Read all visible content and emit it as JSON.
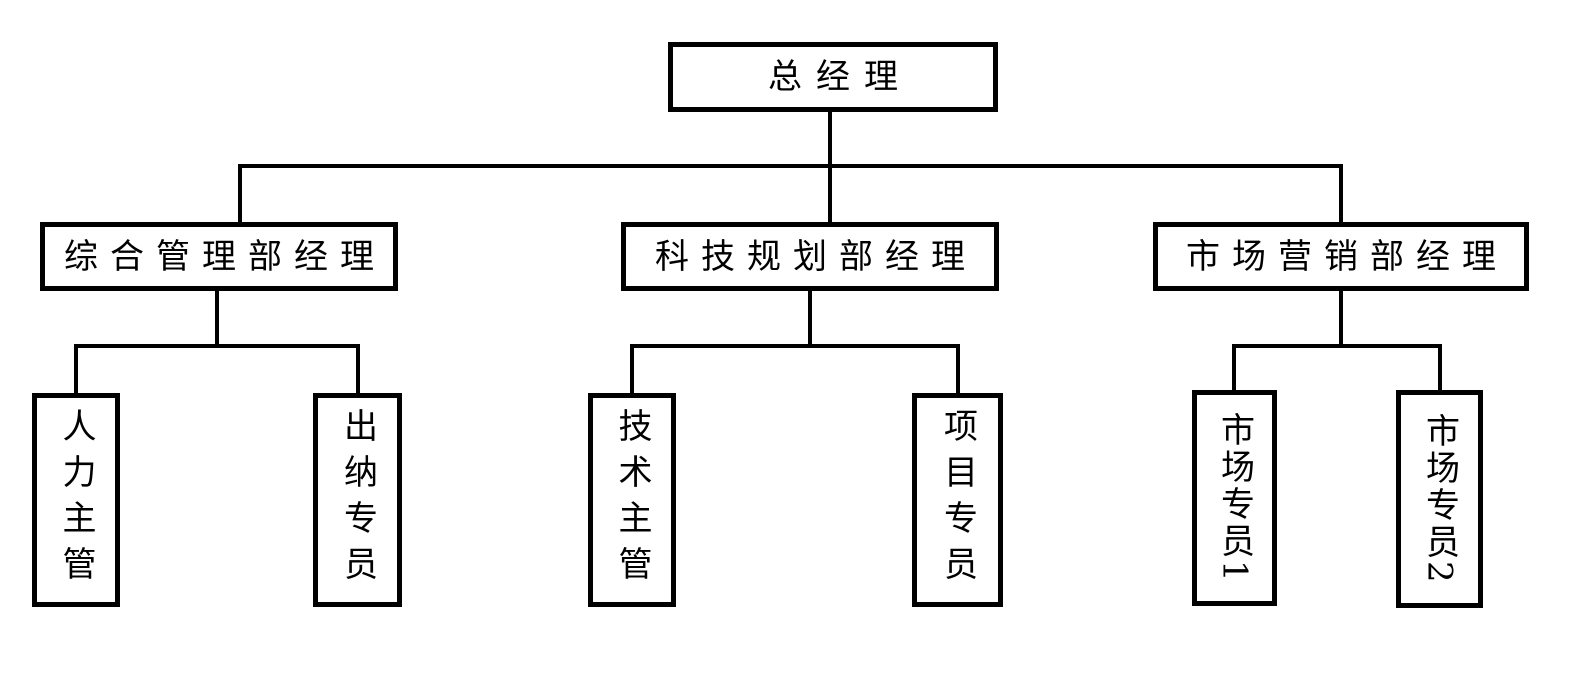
{
  "colors": {
    "ink": "#000000",
    "background": "#ffffff"
  },
  "org": {
    "type": "org-chart",
    "root": {
      "label": "总经理"
    },
    "departments": [
      {
        "label": "综合管理部经理",
        "children": [
          {
            "label": "人力主管"
          },
          {
            "label": "出纳专员"
          }
        ]
      },
      {
        "label": "科技规划部经理",
        "children": [
          {
            "label": "技术主管"
          },
          {
            "label": "项目专员"
          }
        ]
      },
      {
        "label": "市场营销部经理",
        "children": [
          {
            "label": "市场专员1"
          },
          {
            "label": "市场专员2"
          }
        ]
      }
    ]
  }
}
